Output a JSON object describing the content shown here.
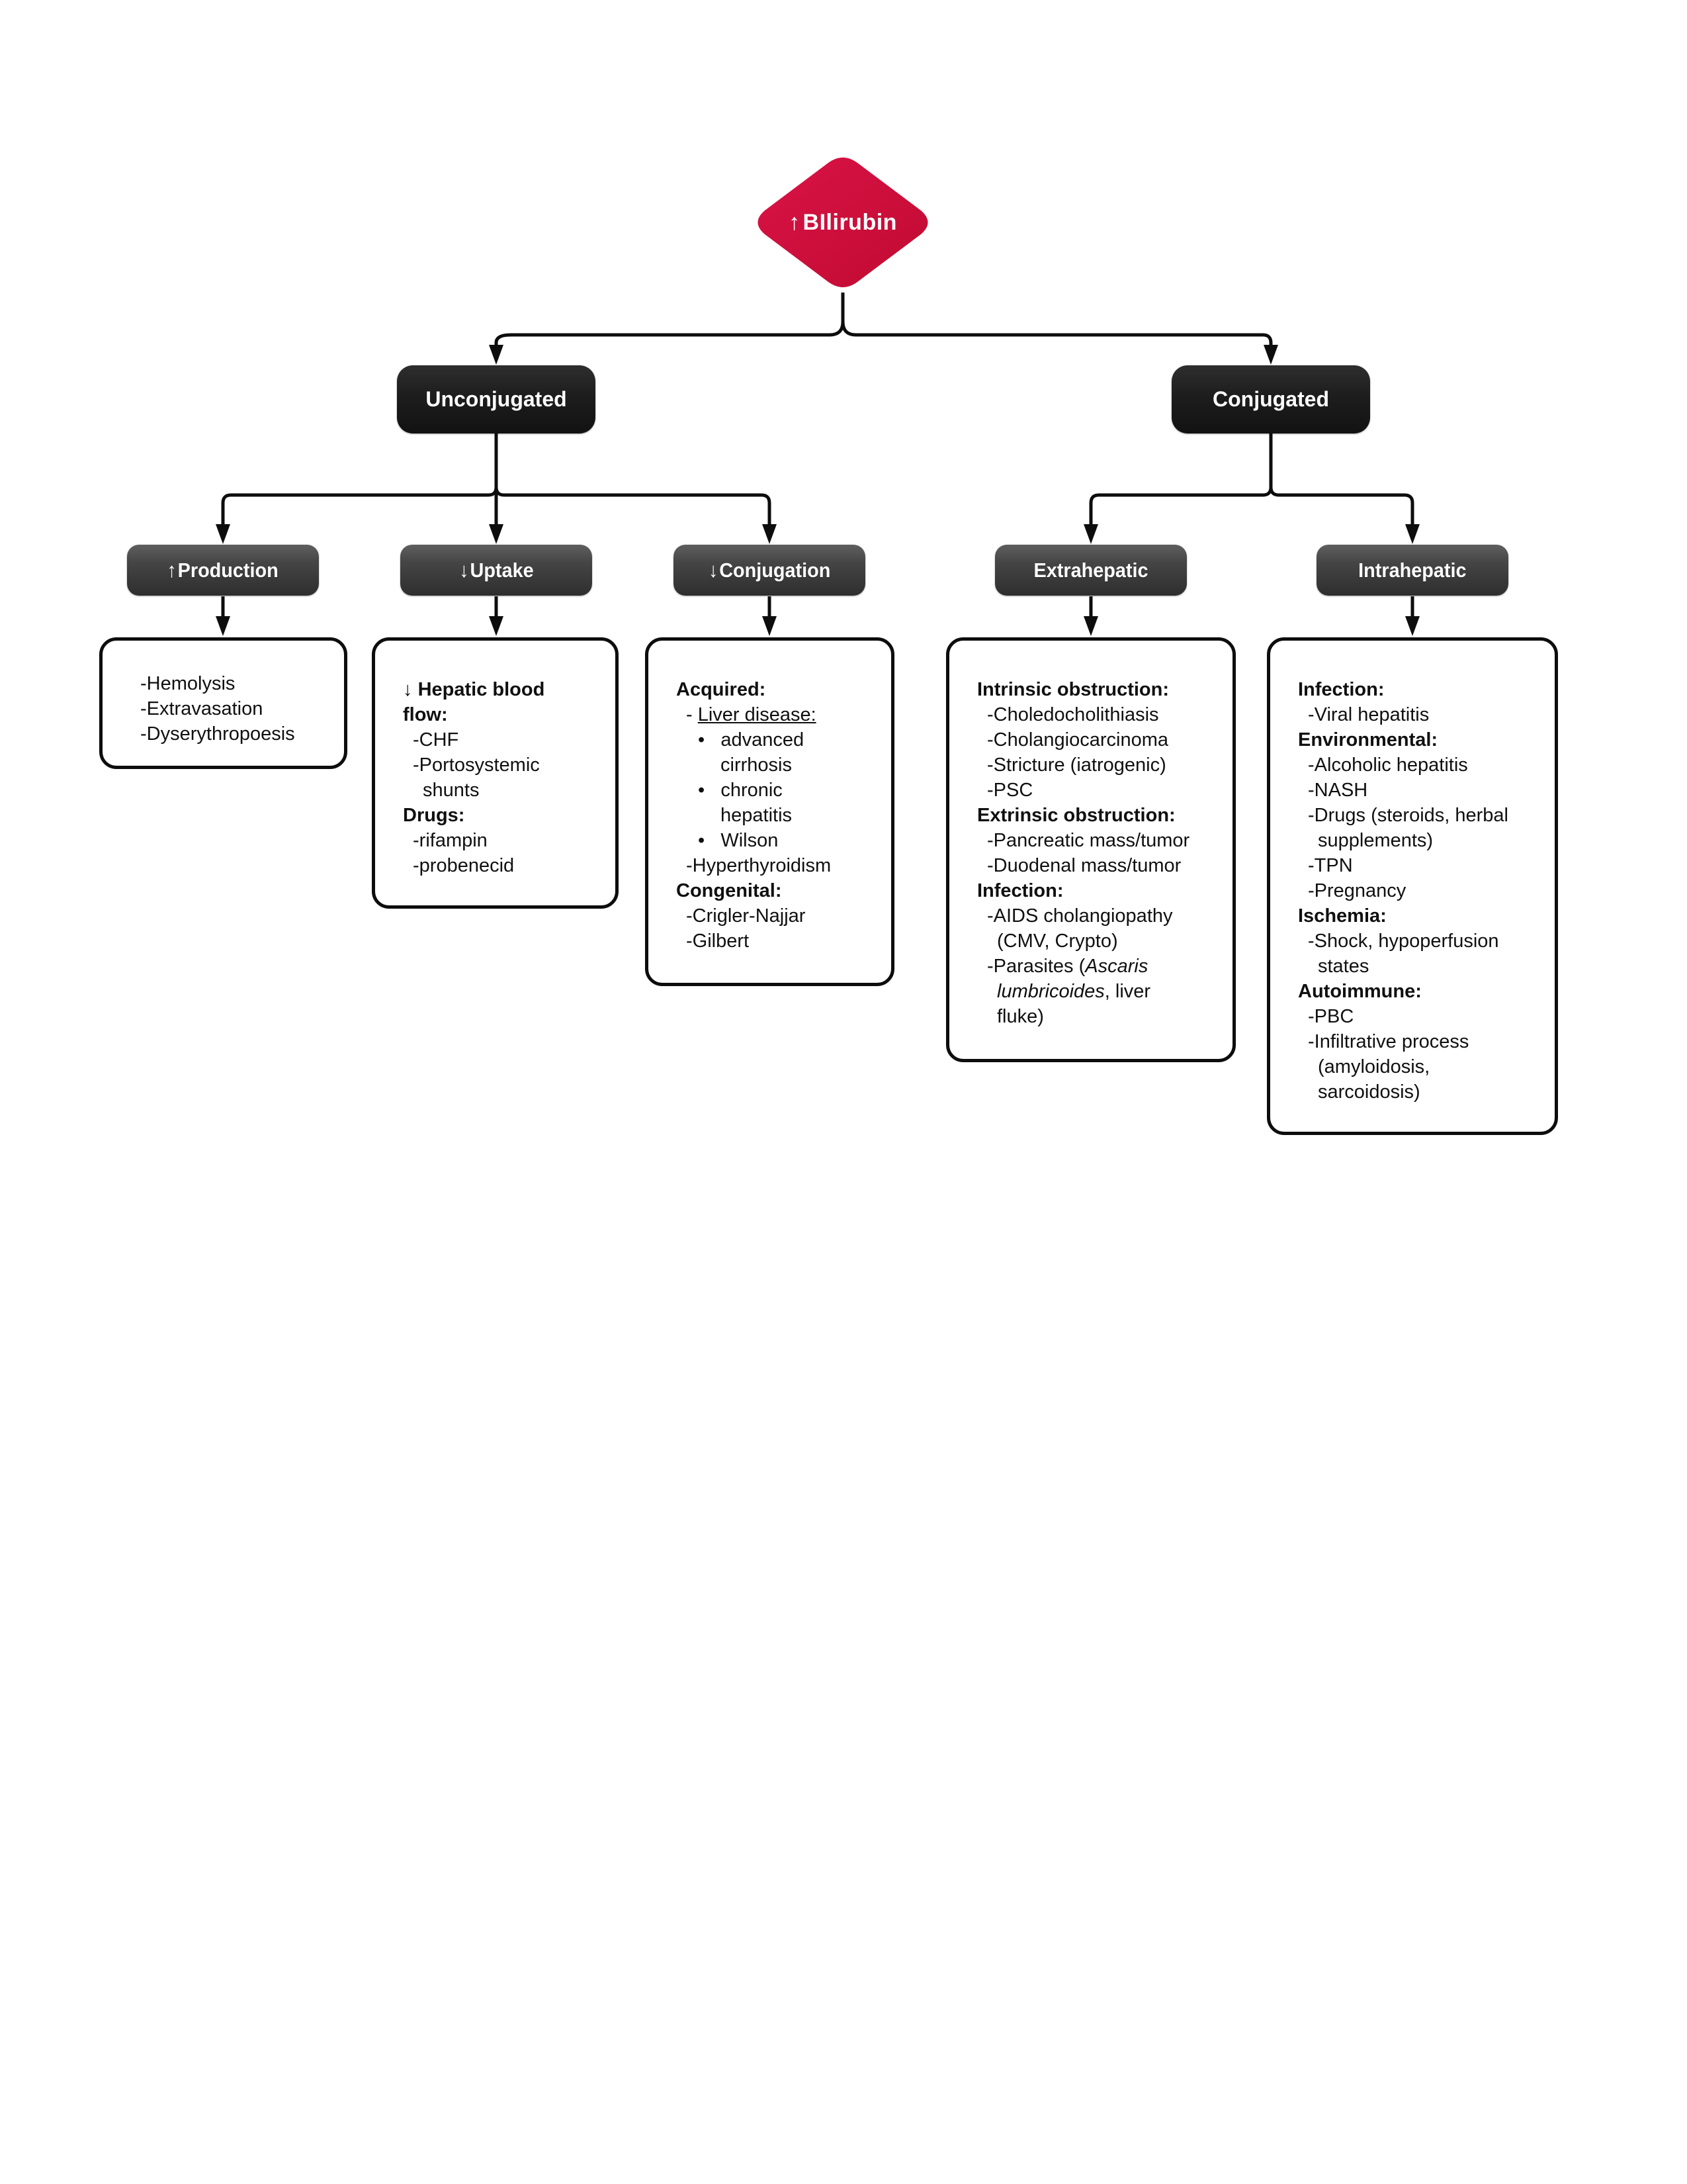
{
  "colors": {
    "diamond_red_light": "#d81243",
    "diamond_red_dark": "#c00b31",
    "node_black": "#1d1d1d",
    "node_gray": "#454545",
    "line_black": "#0d0d0d"
  },
  "root": {
    "arrow": "↑",
    "text": "BIlirubin"
  },
  "level1": [
    {
      "id": "unconjugated",
      "label": "Unconjugated"
    },
    {
      "id": "conjugated",
      "label": "Conjugated"
    }
  ],
  "level2": [
    {
      "id": "production",
      "arrow": "↑",
      "text": "Production"
    },
    {
      "id": "uptake",
      "arrow": "↓",
      "text": "Uptake"
    },
    {
      "id": "conjugation",
      "arrow": "↓",
      "text": "Conjugation"
    },
    {
      "id": "extrahepatic",
      "arrow": "",
      "text": "Extrahepatic"
    },
    {
      "id": "intrahepatic",
      "arrow": "",
      "text": "Intrahepatic"
    }
  ],
  "leaves": [
    {
      "id": "production",
      "lines": [
        {
          "c": "d1",
          "segs": [
            {
              "t": "-Hemolysis"
            }
          ]
        },
        {
          "c": "d1",
          "segs": [
            {
              "t": "-Extravasation"
            }
          ]
        },
        {
          "c": "d1",
          "segs": [
            {
              "t": "-Dyserythropoesis"
            }
          ]
        }
      ]
    },
    {
      "id": "uptake",
      "lines": [
        {
          "c": "h",
          "segs": [
            {
              "t": "↓ "
            },
            {
              "t": "Hepatic blood",
              "b": 1
            }
          ]
        },
        {
          "c": "h",
          "segs": [
            {
              "t": "flow:",
              "b": 1
            }
          ]
        },
        {
          "c": "d1",
          "segs": [
            {
              "t": "-CHF"
            }
          ]
        },
        {
          "c": "d1",
          "segs": [
            {
              "t": "-Portosystemic"
            }
          ]
        },
        {
          "c": "d1c",
          "segs": [
            {
              "t": "shunts"
            }
          ]
        },
        {
          "c": "h",
          "segs": [
            {
              "t": "Drugs:",
              "b": 1
            }
          ]
        },
        {
          "c": "d1",
          "segs": [
            {
              "t": "-rifampin"
            }
          ]
        },
        {
          "c": "d1",
          "segs": [
            {
              "t": "-probenecid"
            }
          ]
        }
      ]
    },
    {
      "id": "conjugation",
      "lines": [
        {
          "c": "h",
          "segs": [
            {
              "t": "Acquired:",
              "b": 1
            }
          ]
        },
        {
          "c": "d1",
          "segs": [
            {
              "t": "- "
            },
            {
              "t": "Liver disease:",
              "u": 1
            }
          ]
        },
        {
          "c": "bl",
          "segs": [
            {
              "t": "•   advanced"
            }
          ]
        },
        {
          "c": "blc",
          "segs": [
            {
              "t": "cirrhosis"
            }
          ]
        },
        {
          "c": "bl",
          "segs": [
            {
              "t": "•   chronic"
            }
          ]
        },
        {
          "c": "blc",
          "segs": [
            {
              "t": "hepatitis"
            }
          ]
        },
        {
          "c": "bl",
          "segs": [
            {
              "t": "•   Wilson"
            }
          ]
        },
        {
          "c": "d1",
          "segs": [
            {
              "t": "-Hyperthyroidism"
            }
          ]
        },
        {
          "c": "h",
          "segs": [
            {
              "t": "Congenital:",
              "b": 1
            }
          ]
        },
        {
          "c": "d1",
          "segs": [
            {
              "t": "-Crigler-Najjar"
            }
          ]
        },
        {
          "c": "d1",
          "segs": [
            {
              "t": "-Gilbert"
            }
          ]
        }
      ]
    },
    {
      "id": "extrahepatic",
      "lines": [
        {
          "c": "h",
          "segs": [
            {
              "t": "Intrinsic obstruction:",
              "b": 1
            }
          ]
        },
        {
          "c": "d1",
          "segs": [
            {
              "t": "-Choledocholithiasis"
            }
          ]
        },
        {
          "c": "d1",
          "segs": [
            {
              "t": "-Cholangiocarcinoma"
            }
          ]
        },
        {
          "c": "d1",
          "segs": [
            {
              "t": "-Stricture (iatrogenic)"
            }
          ]
        },
        {
          "c": "d1",
          "segs": [
            {
              "t": "-PSC"
            }
          ]
        },
        {
          "c": "h",
          "segs": [
            {
              "t": "Extrinsic obstruction:",
              "b": 1
            }
          ]
        },
        {
          "c": "d1",
          "segs": [
            {
              "t": "-Pancreatic mass/tumor"
            }
          ]
        },
        {
          "c": "d1",
          "segs": [
            {
              "t": "-Duodenal mass/tumor"
            }
          ]
        },
        {
          "c": "h",
          "segs": [
            {
              "t": "Infection:",
              "b": 1
            }
          ]
        },
        {
          "c": "d1",
          "segs": [
            {
              "t": "-AIDS cholangiopathy"
            }
          ]
        },
        {
          "c": "d1c",
          "segs": [
            {
              "t": "(CMV, Crypto)"
            }
          ]
        },
        {
          "c": "d1",
          "segs": [
            {
              "t": "-Parasites ("
            },
            {
              "t": "Ascaris",
              "i": 1
            }
          ]
        },
        {
          "c": "d1c",
          "segs": [
            {
              "t": "lumbricoides",
              "i": 1
            },
            {
              "t": ", liver"
            }
          ]
        },
        {
          "c": "d1c",
          "segs": [
            {
              "t": "fluke)"
            }
          ]
        }
      ]
    },
    {
      "id": "intrahepatic",
      "lines": [
        {
          "c": "h",
          "segs": [
            {
              "t": "Infection:",
              "b": 1
            }
          ]
        },
        {
          "c": "d1",
          "segs": [
            {
              "t": "-Viral hepatitis"
            }
          ]
        },
        {
          "c": "h",
          "segs": [
            {
              "t": "Environmental:",
              "b": 1
            }
          ]
        },
        {
          "c": "d1",
          "segs": [
            {
              "t": "-Alcoholic hepatitis"
            }
          ]
        },
        {
          "c": "d1",
          "segs": [
            {
              "t": "-NASH"
            }
          ]
        },
        {
          "c": "d1",
          "segs": [
            {
              "t": "-Drugs (steroids, herbal"
            }
          ]
        },
        {
          "c": "d1c",
          "segs": [
            {
              "t": "supplements)"
            }
          ]
        },
        {
          "c": "d1",
          "segs": [
            {
              "t": "-TPN"
            }
          ]
        },
        {
          "c": "d1",
          "segs": [
            {
              "t": "-Pregnancy"
            }
          ]
        },
        {
          "c": "h",
          "segs": [
            {
              "t": "Ischemia:",
              "b": 1
            }
          ]
        },
        {
          "c": "d1",
          "segs": [
            {
              "t": "-Shock, hypoperfusion"
            }
          ]
        },
        {
          "c": "d1c",
          "segs": [
            {
              "t": "states"
            }
          ]
        },
        {
          "c": "h",
          "segs": [
            {
              "t": "Autoimmune:",
              "b": 1
            }
          ]
        },
        {
          "c": "d1",
          "segs": [
            {
              "t": "-PBC"
            }
          ]
        },
        {
          "c": "d1",
          "segs": [
            {
              "t": "-Infiltrative process"
            }
          ]
        },
        {
          "c": "d1c",
          "segs": [
            {
              "t": "(amyloidosis,"
            }
          ]
        },
        {
          "c": "d1c",
          "segs": [
            {
              "t": "sarcoidosis)"
            }
          ]
        }
      ]
    }
  ]
}
